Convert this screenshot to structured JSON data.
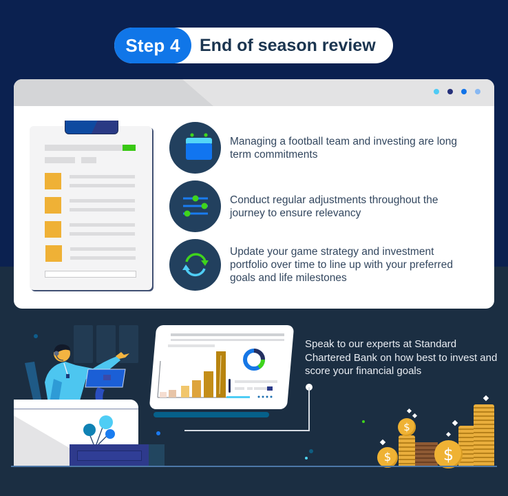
{
  "header": {
    "step_label": "Step 4",
    "title": "End of season review"
  },
  "card": {
    "window_dots": [
      {
        "name": "dot-cyan",
        "color": "#4fcbf5"
      },
      {
        "name": "dot-navy",
        "color": "#25307a"
      },
      {
        "name": "dot-blue",
        "color": "#1173e8"
      },
      {
        "name": "dot-lightblue",
        "color": "#88b8f2"
      }
    ],
    "items": [
      {
        "icon": "calendar-icon",
        "text": "Managing a football team and investing are long term commitments"
      },
      {
        "icon": "sliders-icon",
        "text": "Conduct regular adjustments throughout the journey to ensure relevancy"
      },
      {
        "icon": "refresh-icon",
        "text": "Update your game strategy and investment portfolio over time to line up with your preferred goals and life milestones"
      }
    ]
  },
  "callout": {
    "text": "Speak to our experts at Standard Chartered Bank on how best to invest and score your financial goals"
  },
  "coins": {
    "symbol": "$"
  },
  "colors": {
    "navy_bg": "#0b2150",
    "slate_bg": "#1b2e42",
    "accent_blue": "#1076e8",
    "title_text": "#1b3550",
    "gold": "#efb234",
    "green": "#39c814"
  }
}
